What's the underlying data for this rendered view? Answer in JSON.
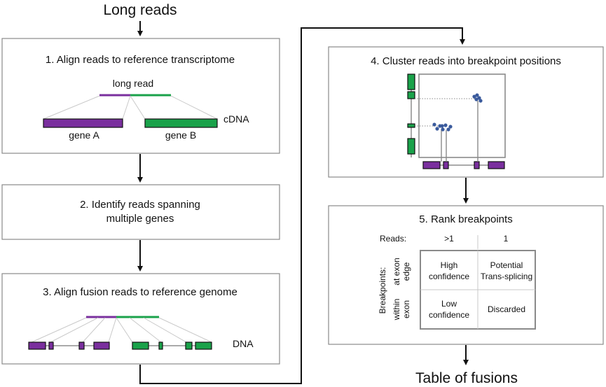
{
  "title_top": "Long reads",
  "title_bottom": "Table of fusions",
  "step1": {
    "title": "1. Align reads to reference transcriptome",
    "read_label": "long read",
    "ref_label": "cDNA",
    "gene_a": "gene A",
    "gene_b": "gene B"
  },
  "step2": {
    "title_line1": "2. Identify reads spanning",
    "title_line2": "multiple genes"
  },
  "step3": {
    "title": "3. Align fusion reads to reference genome",
    "ref_label": "DNA"
  },
  "step4": {
    "title": "4. Cluster reads into breakpoint positions"
  },
  "step5": {
    "title": "5. Rank breakpoints",
    "reads_label": "Reads:",
    "col_gt1": ">1",
    "col_1": "1",
    "row_axis": "Breakpoints:",
    "row1_line1": "at exon",
    "row1_line2": "edge",
    "row2_line1": "within",
    "row2_line2": "exon",
    "cell_high_1": "High",
    "cell_high_2": "confidence",
    "cell_pot_1": "Potential",
    "cell_pot_2": "Trans-splicing",
    "cell_low_1": "Low",
    "cell_low_2": "confidence",
    "cell_disc": "Discarded"
  },
  "colors": {
    "gene_a": "#7a2f9e",
    "gene_b": "#1aa24a",
    "cluster_points": "#3a5a9c"
  }
}
